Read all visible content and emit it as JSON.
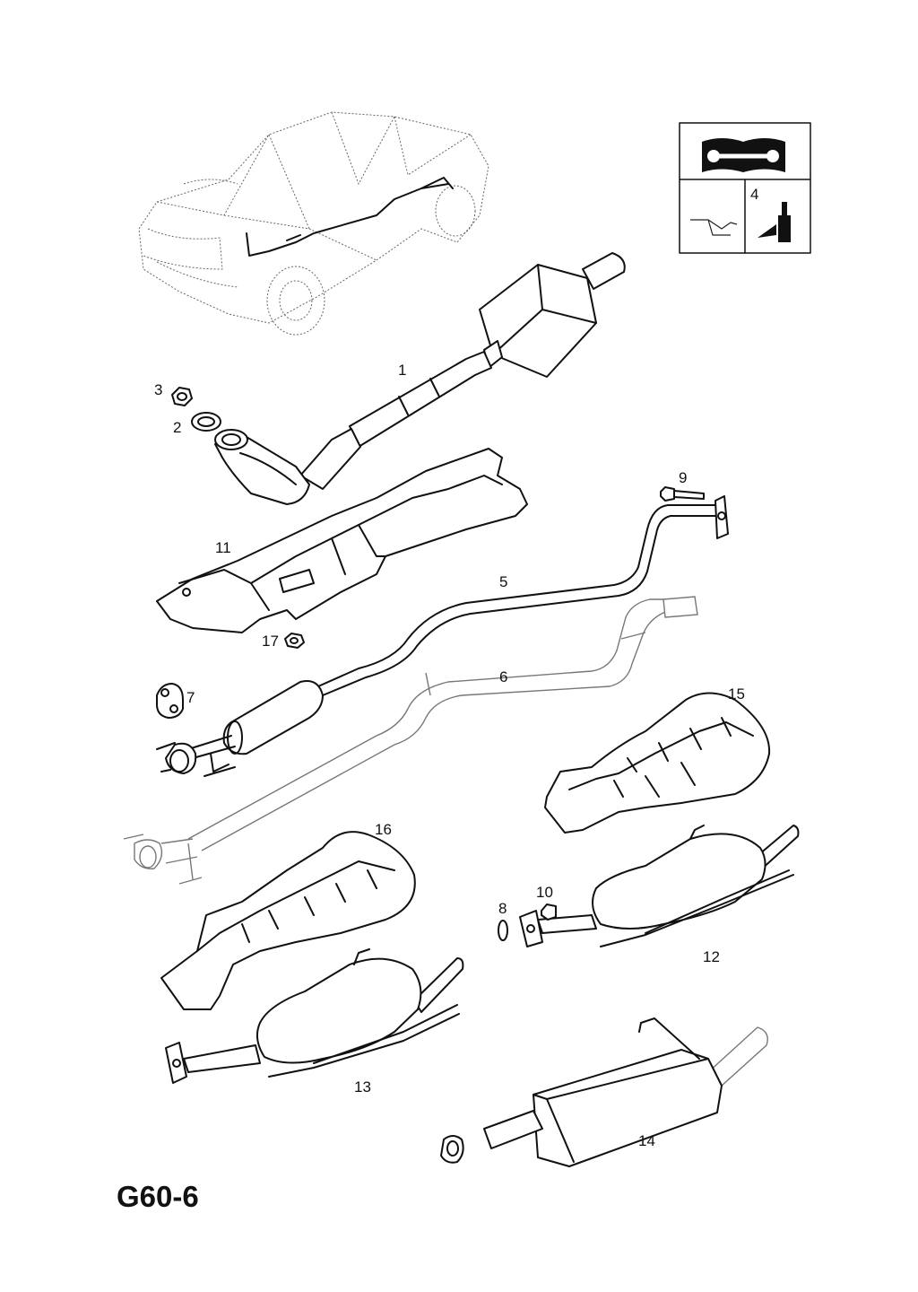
{
  "diagram": {
    "page_code": "G60-6",
    "icon_box": {
      "top_icon": "workshop-manual-wrench-icon",
      "bottom_left_icon": "underbody-reference-icon",
      "bottom_right_number": "4",
      "bottom_right_icon": "sealant-bottle-icon"
    },
    "callouts": {
      "c1": "1",
      "c2": "2",
      "c3": "3",
      "c5": "5",
      "c6": "6",
      "c7": "7",
      "c8": "8",
      "c9": "9",
      "c10": "10",
      "c11": "11",
      "c12": "12",
      "c13": "13",
      "c14": "14",
      "c15": "15",
      "c16": "16",
      "c17": "17"
    }
  }
}
